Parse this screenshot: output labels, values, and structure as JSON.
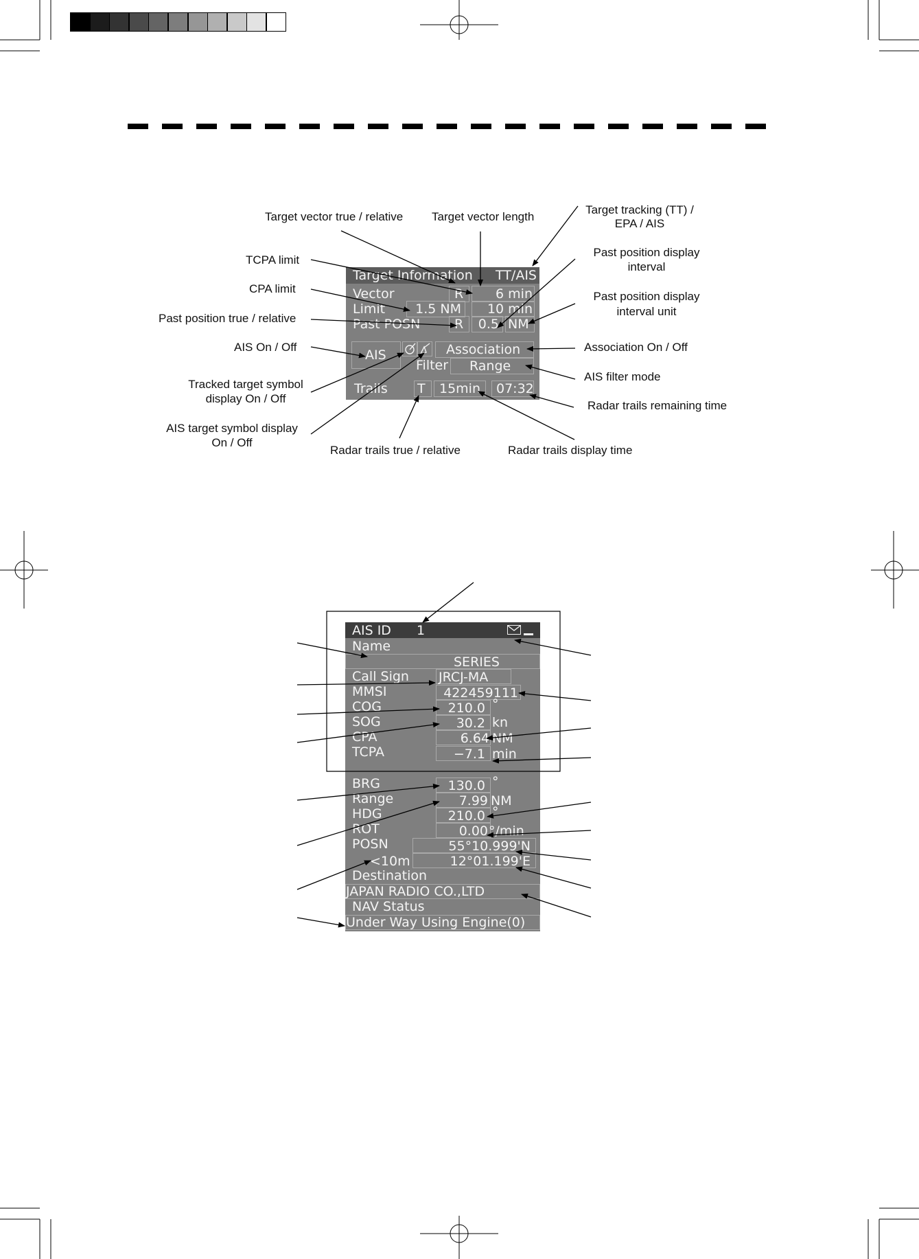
{
  "target_info_panel": {
    "title": "Target  Information",
    "mode": "TT/AIS",
    "vector_label": "Vector",
    "vector_mode": "R",
    "vector_time": "6 min",
    "limit_label": "Limit",
    "cpa_limit": "1.5 NM",
    "tcpa_limit": "10 min",
    "past_posn_label": "Past  POSN",
    "past_posn_mode": "R",
    "past_posn_interval": "0.5",
    "past_posn_unit": "NM",
    "ais_button": "AIS",
    "association": "Association",
    "filter_label": "Filter",
    "filter_mode": "Range",
    "trails_label": "Trails",
    "trails_mode": "T",
    "trails_time": "15min",
    "trails_remaining": "07:32"
  },
  "callouts": {
    "vector_true_relative": "Target vector  true / relative",
    "vector_length": "Target vector length",
    "tt_epa_ais_1": "Target tracking (TT) /",
    "tt_epa_ais_2": "EPA / AIS",
    "tcpa_limit": "TCPA limit",
    "past_interval_1": "Past position display",
    "past_interval_2": "interval",
    "cpa_limit": "CPA limit",
    "past_unit_1": "Past position display",
    "past_unit_2": "interval unit",
    "past_true_relative": "Past position true / relative",
    "ais_on_off": "AIS On / Off",
    "association_on_off": "Association On / Off",
    "ais_filter_mode": "AIS filter mode",
    "tracked_symbol_1": "Tracked target symbol",
    "tracked_symbol_2": "display On / Off",
    "trails_remaining": "Radar trails remaining time",
    "ais_symbol_1": "AIS target symbol display",
    "ais_symbol_2": "On / Off",
    "trails_true_relative": "Radar trails true / relative",
    "trails_display_time": "Radar trails display time"
  },
  "ais_panel": {
    "title": "AIS  ID",
    "id": "1",
    "name_label": "Name",
    "name_value": "SERIES",
    "call_sign_label": "Call  Sign",
    "call_sign": "JRCJ-MA",
    "mmsi_label": "MMSI",
    "mmsi": "422459111",
    "cog_label": "COG",
    "cog": "210.0",
    "cog_unit": "°",
    "sog_label": "SOG",
    "sog": "30.2",
    "sog_unit": "kn",
    "cpa_label": "CPA",
    "cpa": "6.64",
    "cpa_unit": "NM",
    "tcpa_label": "TCPA",
    "tcpa": "−7.1",
    "tcpa_unit": "min",
    "brg_label": "BRG",
    "brg": "130.0",
    "brg_unit": "°",
    "range_label": "Range",
    "range": "7.99",
    "range_unit": "NM",
    "hdg_label": "HDG",
    "hdg": "210.0",
    "hdg_unit": "°",
    "rot_label": "ROT",
    "rot": "0.00",
    "rot_unit": "°/min",
    "posn_label": "POSN",
    "lat": "55°10.999'N",
    "accuracy": "<10m",
    "lon": "12°01.199'E",
    "destination_label": "Destination",
    "destination": "JAPAN  RADIO  CO.,LTD",
    "nav_status_label": "NAV  Status",
    "nav_status": "Under  Way  Using  Engine(0)"
  }
}
